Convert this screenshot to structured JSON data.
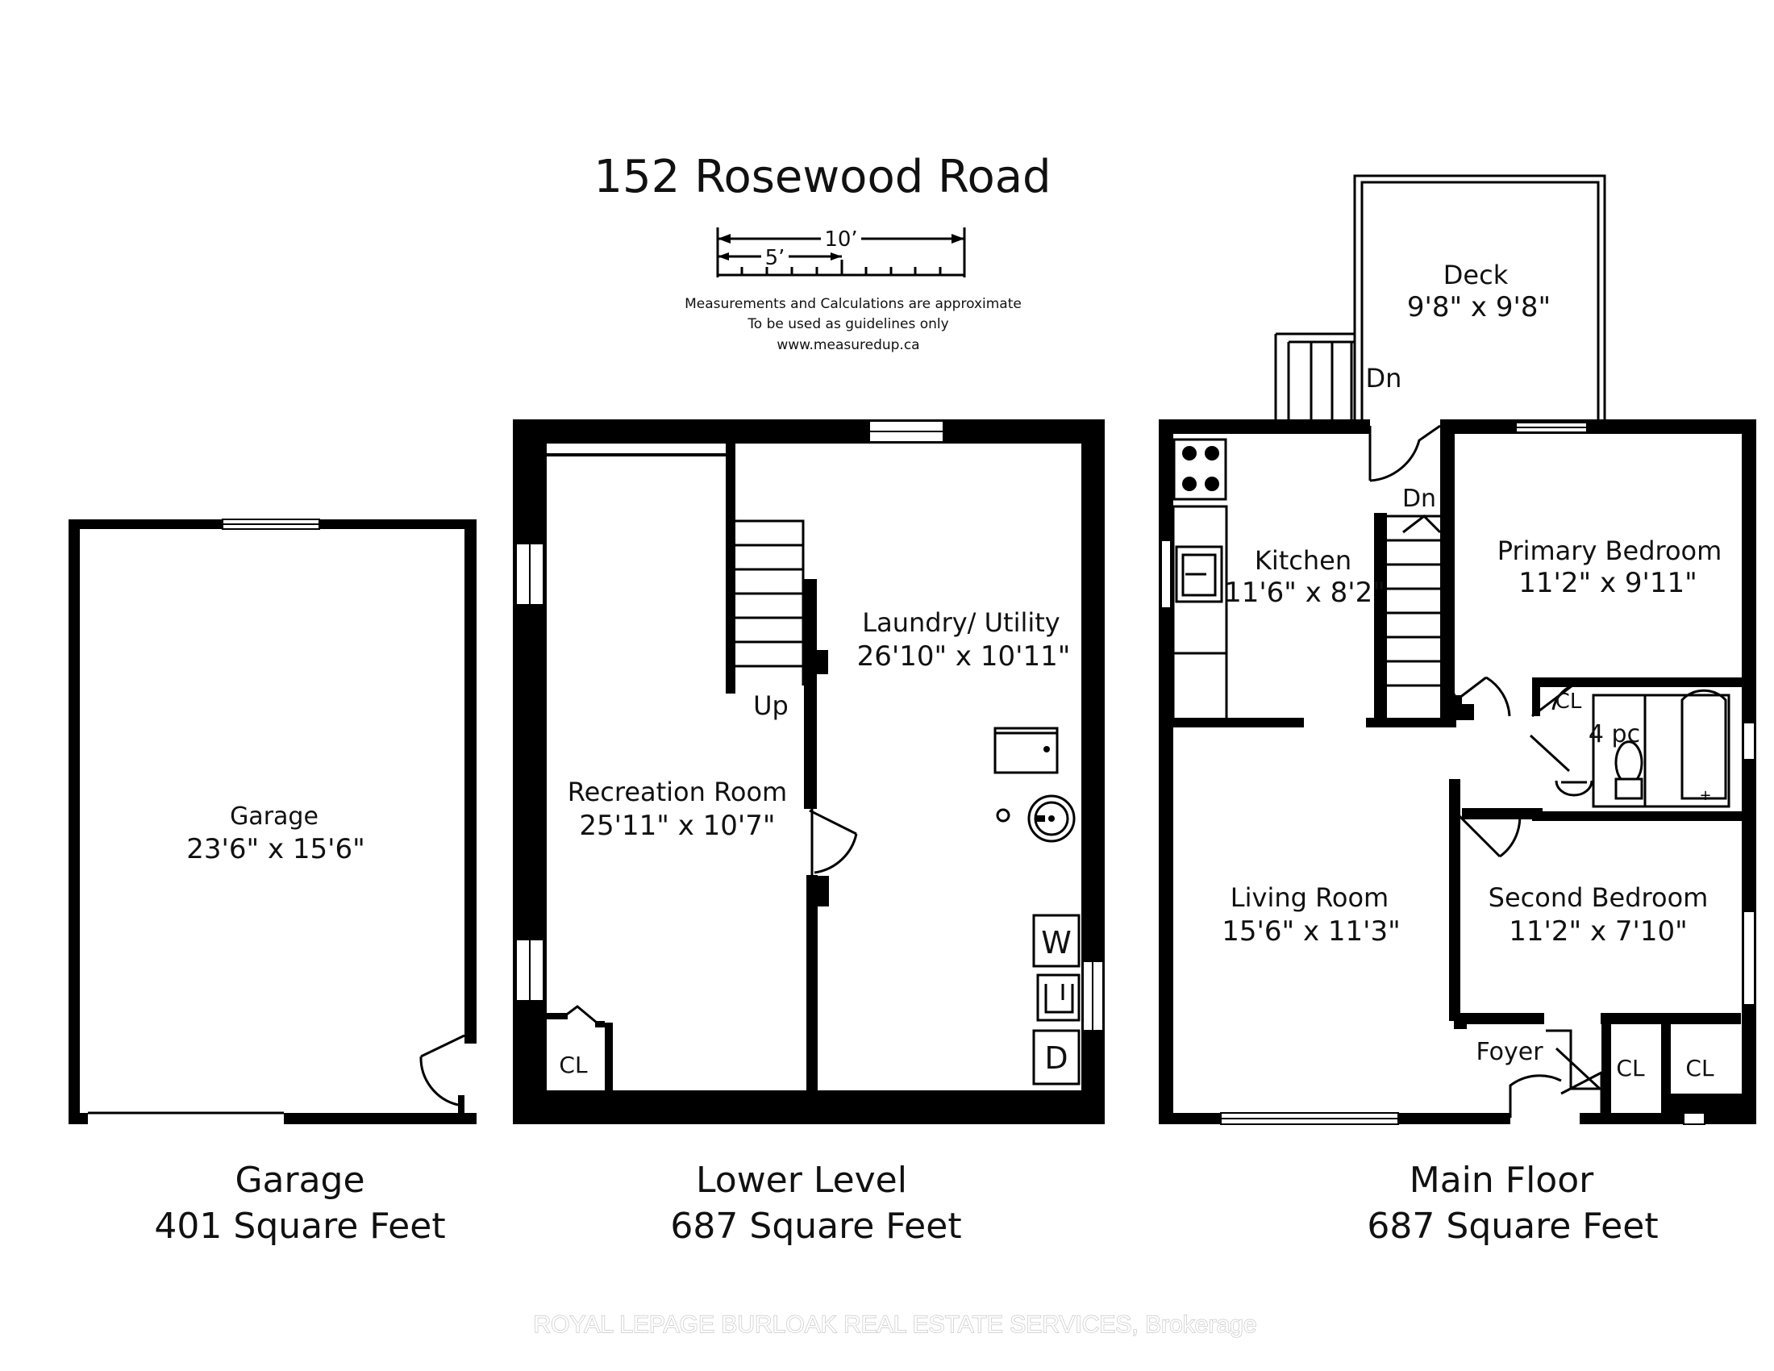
{
  "title": "152 Rosewood Road",
  "scale": {
    "full_label": "10’",
    "half_label": "5’"
  },
  "disclaimer": [
    "Measurements and Calculations are approximate",
    "To be used as guidelines only",
    "www.measuredup.ca"
  ],
  "garage": {
    "room_name": "Garage",
    "room_size": "23'6\" x 15'6\"",
    "footer_name": "Garage",
    "footer_area": "401 Square Feet"
  },
  "lower_level": {
    "rooms": {
      "recreation": {
        "name": "Recreation Room",
        "size": "25'11\" x 10'7\""
      },
      "laundry": {
        "name": "Laundry/ Utility",
        "size": "26'10\" x 10'11\""
      }
    },
    "labels": {
      "up": "Up",
      "closet": "CL",
      "washer": "W",
      "dryer": "D"
    },
    "footer_name": "Lower Level",
    "footer_area": "687 Square Feet"
  },
  "main_floor": {
    "rooms": {
      "deck": {
        "name": "Deck",
        "size": "9'8\" x 9'8\""
      },
      "kitchen": {
        "name": "Kitchen",
        "size": "11'6\" x 8'2\""
      },
      "primary_bedroom": {
        "name": "Primary Bedroom",
        "size": "11'2\" x 9'11\""
      },
      "living_room": {
        "name": "Living Room",
        "size": "15'6\" x 11'3\""
      },
      "second_bedroom": {
        "name": "Second Bedroom",
        "size": "11'2\" x 7'10\""
      }
    },
    "labels": {
      "deck_down": "Dn",
      "stairs_down": "Dn",
      "bath": "4 pc",
      "bath_closet": "CL",
      "foyer": "Foyer",
      "foyer_closet": "CL",
      "entry_closet": "CL"
    },
    "footer_name": "Main Floor",
    "footer_area": "687 Square Feet"
  },
  "watermark": "ROYAL LEPAGE BURLOAK REAL ESTATE SERVICES, Brokerage"
}
